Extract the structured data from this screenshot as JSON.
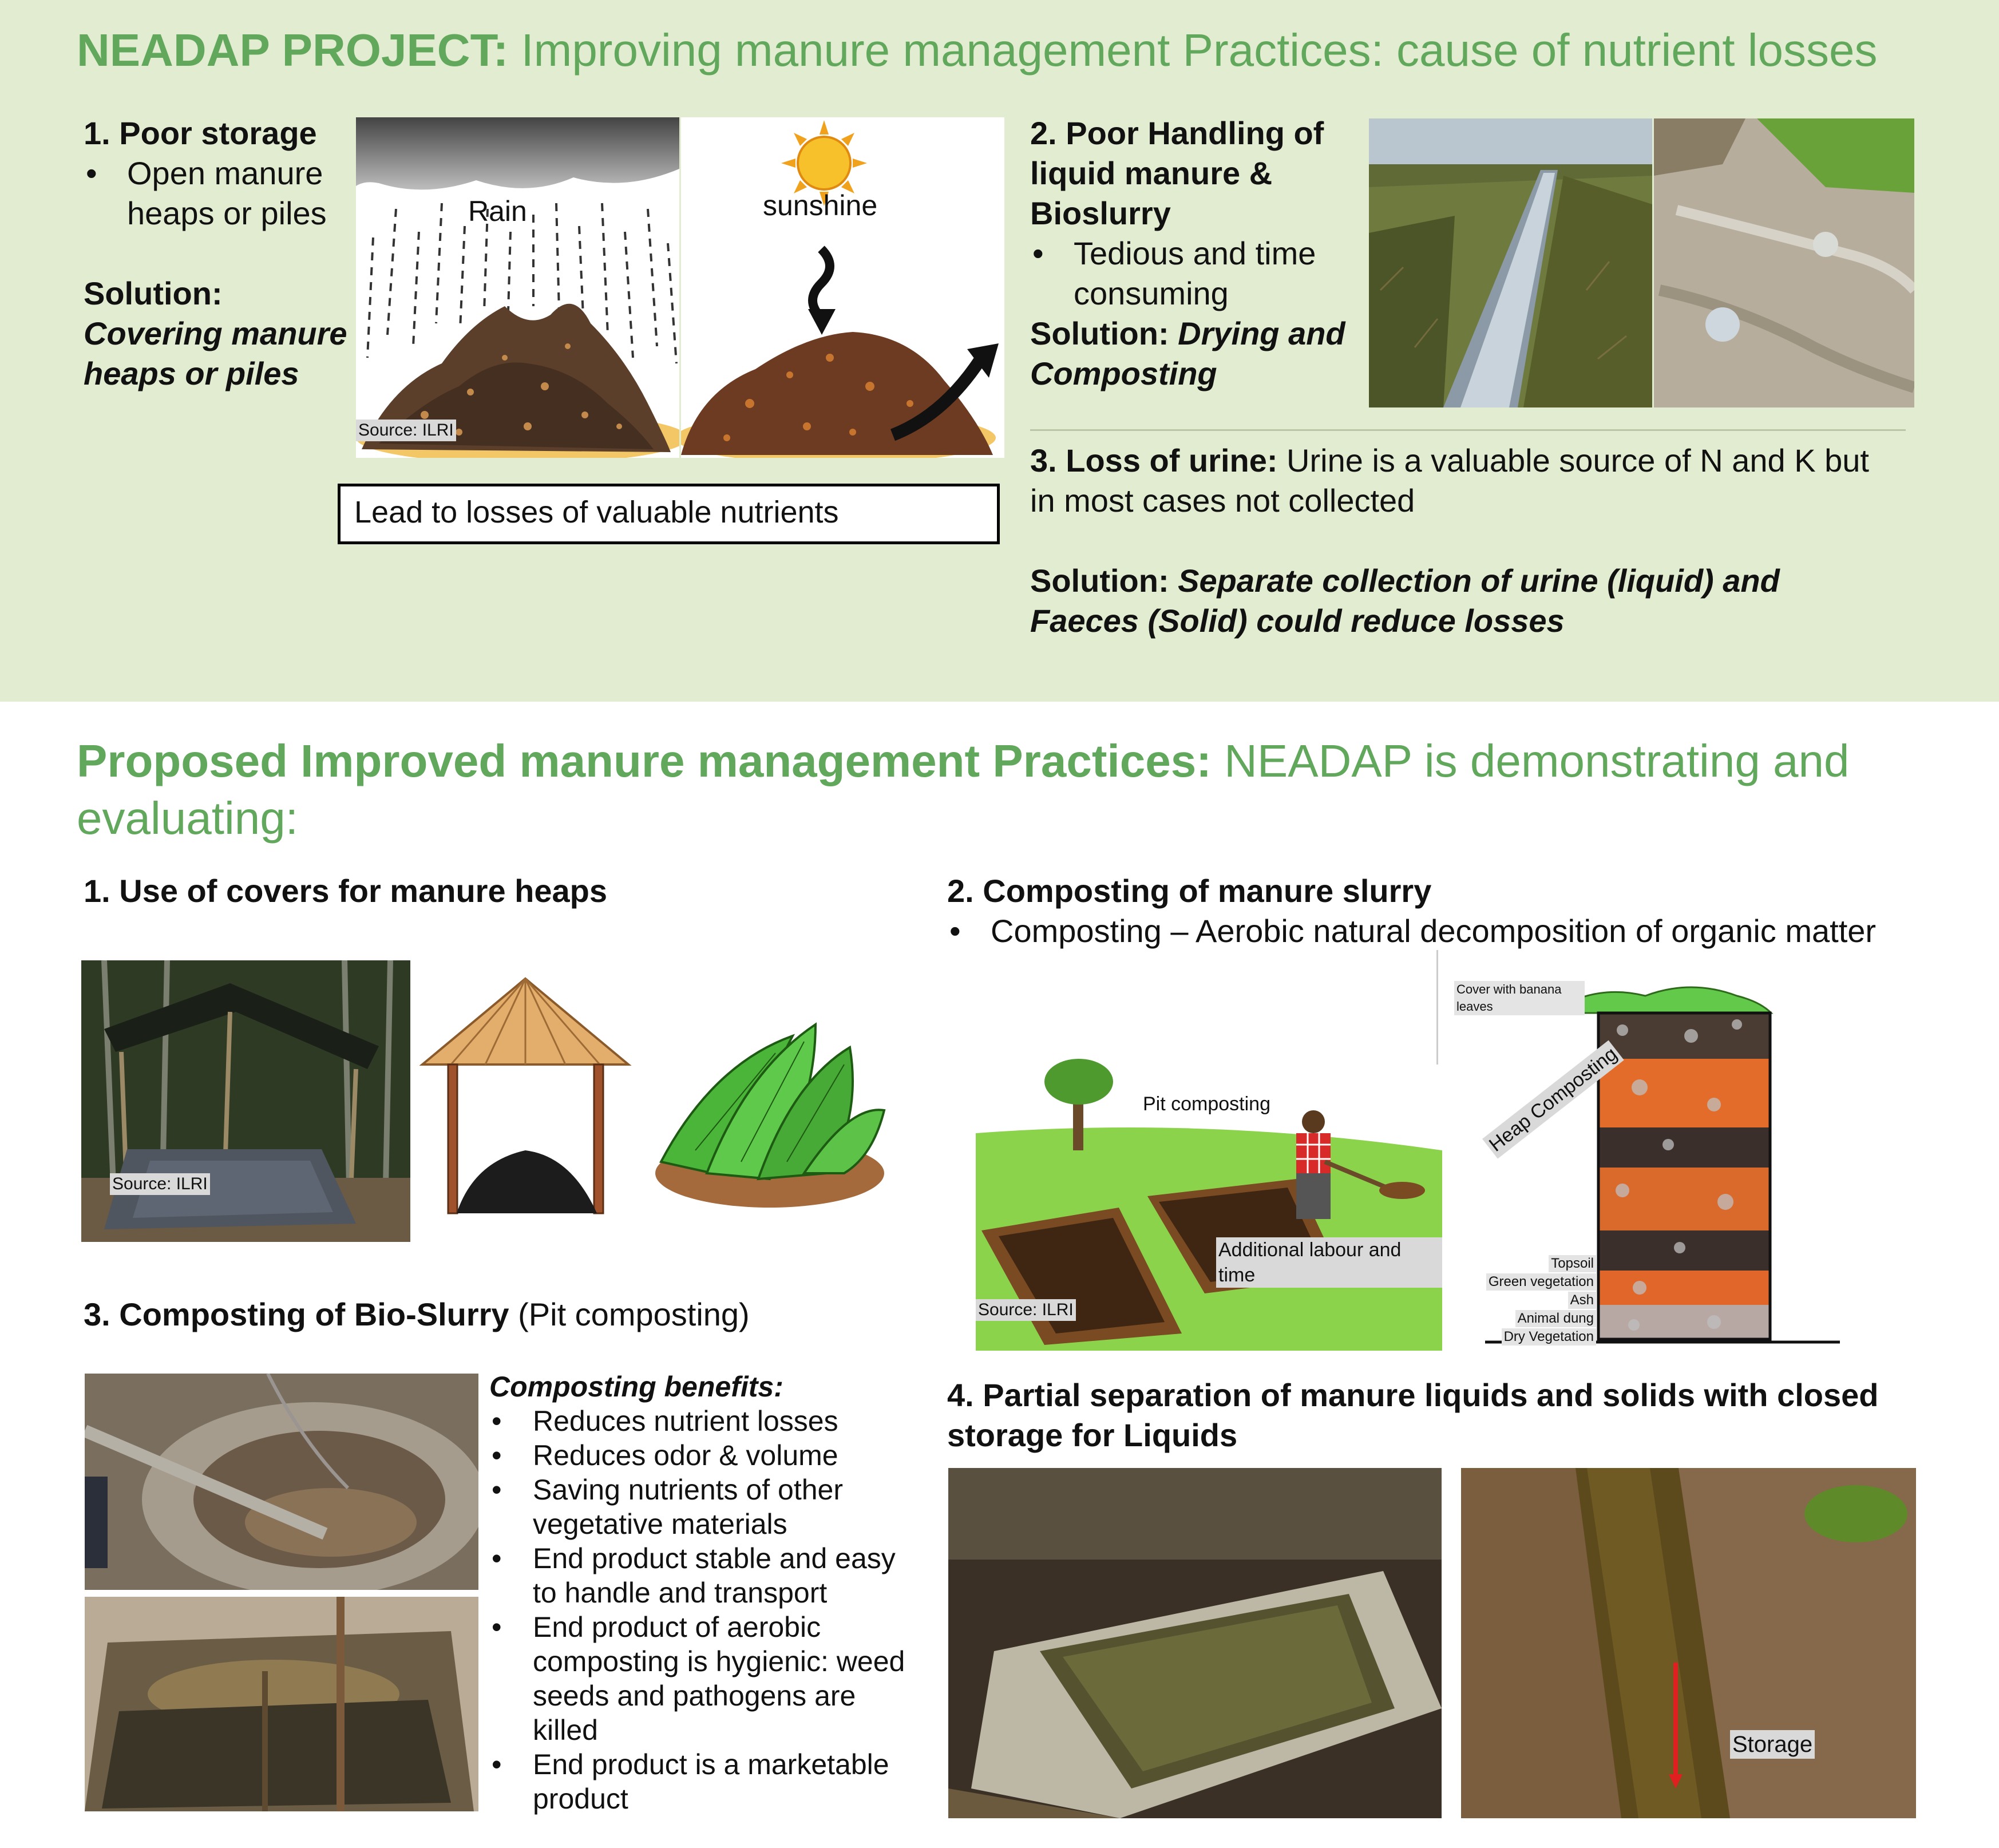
{
  "header": {
    "title_bold": "NEADAP PROJECT:",
    "title_rest": " Improving manure management Practices: cause of nutrient losses"
  },
  "problem1": {
    "heading": "1.  Poor storage",
    "bullet": "Open manure heaps or piles",
    "solution_label": "Solution:",
    "solution_text": "Covering manure heaps or piles"
  },
  "illustration_top": {
    "rain_label": "Rain",
    "sunshine_label": "sunshine",
    "source_label": "Source: ILRI",
    "lead_box": "Lead to losses of valuable nutrients"
  },
  "problem2": {
    "heading": "2. Poor Handling of liquid manure  & Bioslurry",
    "bullet": "Tedious and time consuming",
    "solution_label": "Solution:",
    "solution_text": "Drying and Composting"
  },
  "problem3": {
    "heading": "3. Loss of urine:",
    "text": "  Urine is a valuable source of N and K but in most cases not collected",
    "solution_label": "Solution:",
    "solution_text": "Separate collection of urine (liquid) and Faeces (Solid) could reduce losses"
  },
  "section2": {
    "title_bold": "Proposed Improved manure management Practices:",
    "title_rest": " NEADAP is demonstrating and evaluating:"
  },
  "practice1": {
    "heading": "1. Use of covers for manure heaps",
    "source_label": "Source: ILRI"
  },
  "practice2": {
    "heading": "2. Composting of manure slurry",
    "bullet": "Composting – Aerobic natural decomposition of organic matter",
    "pit_label": "Pit composting",
    "labour_label": "Additional labour and time",
    "source_label": "Source: ILRI",
    "heap_label": "Heap Composting",
    "cover_label": "Cover with banana leaves",
    "layers": [
      "Topsoil",
      "Green vegetation",
      "Ash",
      "Animal dung",
      "Dry Vegetation"
    ]
  },
  "practice3": {
    "heading_bold": "3. Composting of Bio-Slurry",
    "heading_rest": " (Pit composting)",
    "benefits_title": "Composting benefits:",
    "benefits": [
      "Reduces nutrient losses",
      "Reduces odor & volume",
      "Saving nutrients of other vegetative materials",
      "End product stable and easy to handle and transport",
      "End product of aerobic composting is hygienic: weed seeds and pathogens are killed",
      "End product is  a marketable product"
    ]
  },
  "practice4": {
    "heading": "4. Partial separation of manure liquids and solids with closed storage for Liquids",
    "storage_label": "Storage"
  },
  "colors": {
    "band_green": "#e2ecd0",
    "title_green": "#62a85c"
  }
}
